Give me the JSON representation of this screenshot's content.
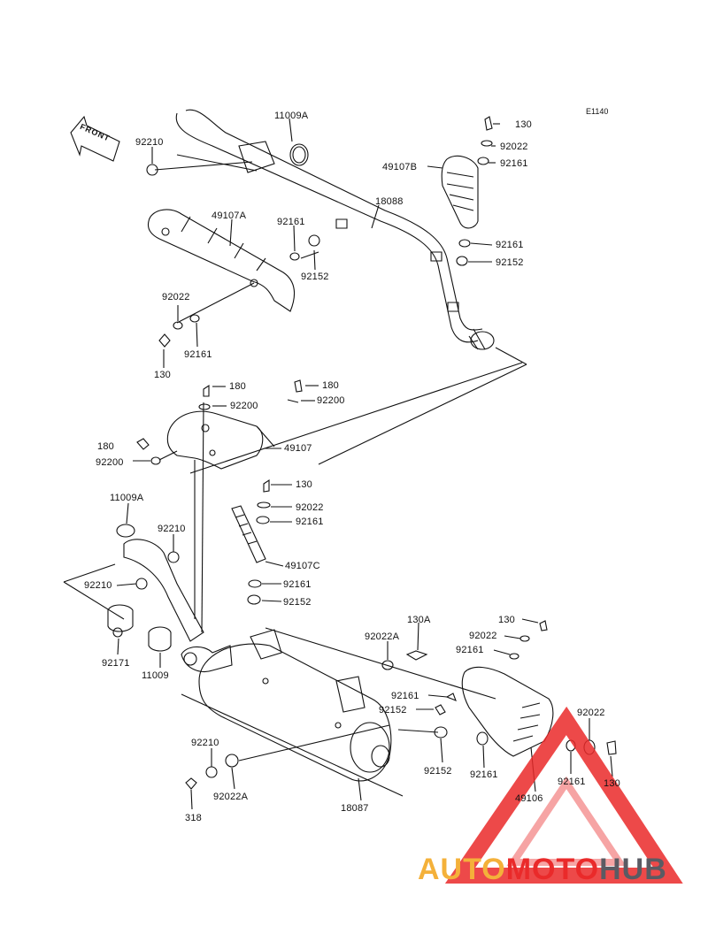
{
  "diagram": {
    "code": "E1140",
    "front": "FRONT"
  },
  "labels": [
    {
      "text": "11009A"
    },
    {
      "text": "92210"
    },
    {
      "text": "130"
    },
    {
      "text": "92022"
    },
    {
      "text": "92161"
    },
    {
      "text": "49107B"
    },
    {
      "text": "18088"
    },
    {
      "text": "49107A"
    },
    {
      "text": "92161"
    },
    {
      "text": "92152"
    },
    {
      "text": "92161"
    },
    {
      "text": "92152"
    },
    {
      "text": "92022"
    },
    {
      "text": "92161"
    },
    {
      "text": "130"
    },
    {
      "text": "180"
    },
    {
      "text": "92200"
    },
    {
      "text": "180"
    },
    {
      "text": "92200"
    },
    {
      "text": "180"
    },
    {
      "text": "49107"
    },
    {
      "text": "92200"
    },
    {
      "text": "130"
    },
    {
      "text": "11009A"
    },
    {
      "text": "92022"
    },
    {
      "text": "92161"
    },
    {
      "text": "92210"
    },
    {
      "text": "49107C"
    },
    {
      "text": "92210"
    },
    {
      "text": "92161"
    },
    {
      "text": "92152"
    },
    {
      "text": "130A"
    },
    {
      "text": "130"
    },
    {
      "text": "92022A"
    },
    {
      "text": "92022"
    },
    {
      "text": "92161"
    },
    {
      "text": "92171"
    },
    {
      "text": "11009"
    },
    {
      "text": "92161"
    },
    {
      "text": "92152"
    },
    {
      "text": "92022"
    },
    {
      "text": "92210"
    },
    {
      "text": "92152"
    },
    {
      "text": "92161"
    },
    {
      "text": "92161"
    },
    {
      "text": "130"
    },
    {
      "text": "92022A"
    },
    {
      "text": "49106"
    },
    {
      "text": "318"
    },
    {
      "text": "18087"
    }
  ],
  "watermark": {
    "part1": "AUTO",
    "part2": "MOTO",
    "part3": "HUB"
  },
  "colors": {
    "line": "#111111",
    "watermark_red": "#ea2a2a",
    "watermark_orange": "#f4b13a",
    "watermark_gray": "#5b5b63"
  }
}
